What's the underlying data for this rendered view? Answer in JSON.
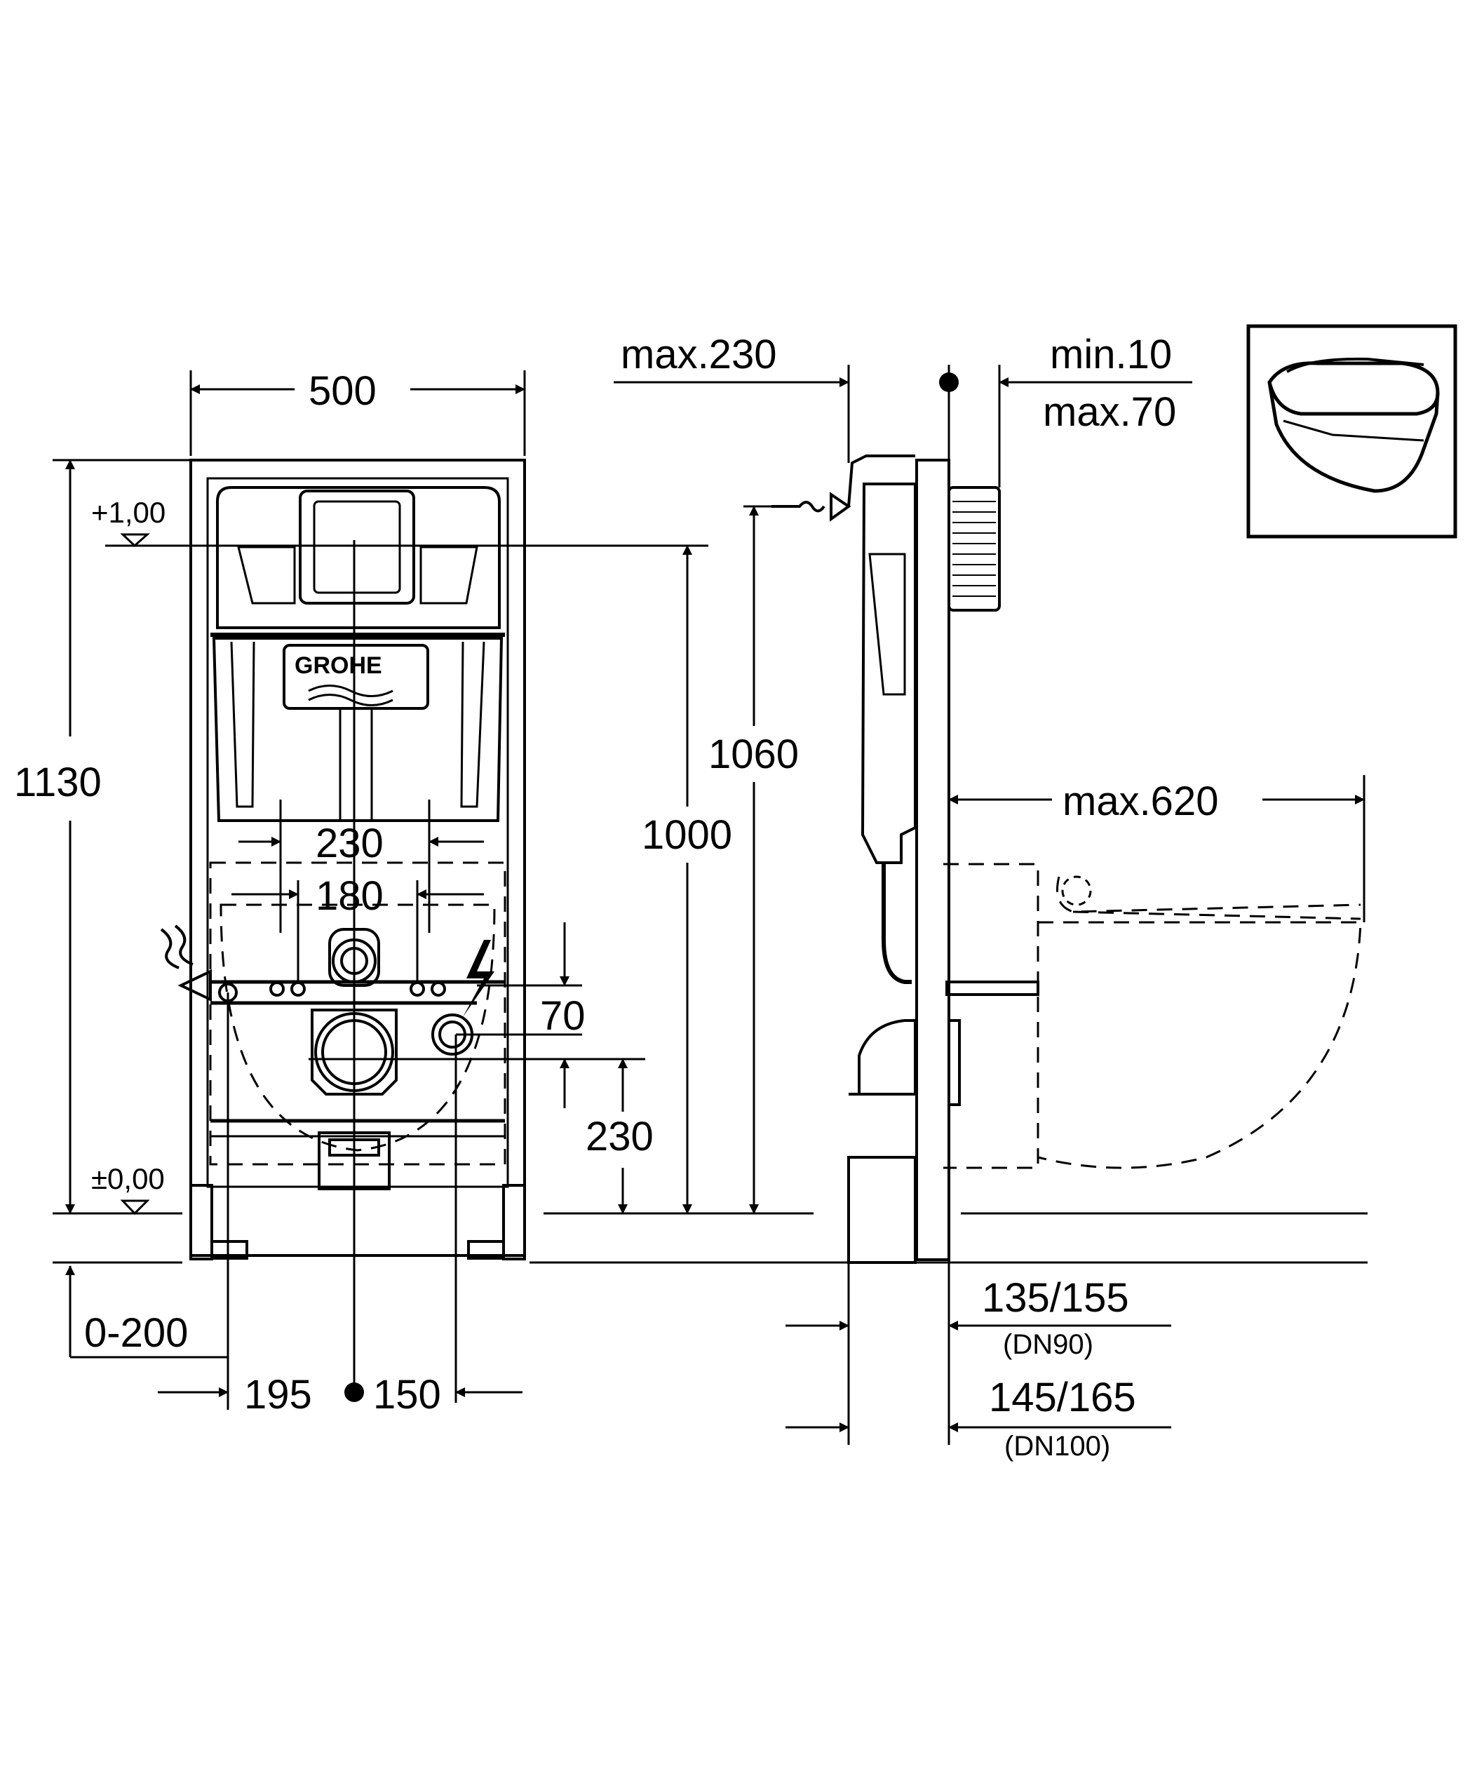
{
  "front_view": {
    "width": "500",
    "height_total": "1130",
    "level_top": "+1,00",
    "level_bottom": "±0,00",
    "spacing_outer": "230",
    "spacing_inner": "180",
    "offset_70": "70",
    "height_230": "230",
    "height_1000": "1000",
    "height_1060": "1060",
    "foot_range": "0-200",
    "left_offset": "195",
    "right_offset": "150",
    "brand": "GROHE"
  },
  "side_view": {
    "max_230": "max.230",
    "min_10": "min.10",
    "max_70": "max.70",
    "max_620": "max.620",
    "depth_dn90": "135/155",
    "dn90": "(DN90)",
    "depth_dn100": "145/165",
    "dn100": "(DN100)"
  },
  "colors": {
    "line": "#000000",
    "background": "#ffffff"
  },
  "icons": [
    "arrowhead-icon",
    "level-triangle-icon",
    "water-inlet-icon",
    "electric-bolt-icon",
    "toilet-thumbnail-icon"
  ]
}
